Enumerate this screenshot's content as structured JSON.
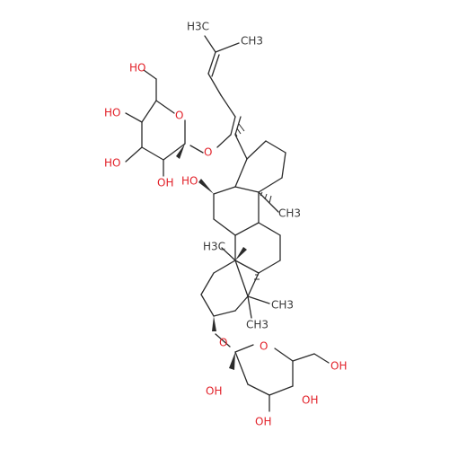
{
  "colors": {
    "background": "#ffffff",
    "bond": "#2b2b2b",
    "oxygen": "#e2222a",
    "carbon_label": "#3a3a3a"
  },
  "labels": {
    "top_ch3_a": "H3C",
    "top_ch3_b": "CH3",
    "sugar1_hoch2": "HO",
    "sugar1_ring_o": "O",
    "sugar1_ho_4": "HO",
    "sugar1_ho_3": "HO",
    "sugar1_oh_2": "OH",
    "glyco_o_20": "O",
    "oh_12": "HO",
    "ch3_14": "CH3",
    "ch3_10": "H3C",
    "ch3_4a": "CH3",
    "ch3_4b": "CH3",
    "glyco_o_3": "O",
    "sugar2_ring_o": "O",
    "sugar2_ch2oh": "OH",
    "sugar2_oh_2": "OH",
    "sugar2_oh_3": "OH",
    "sugar2_oh_4": "OH"
  }
}
